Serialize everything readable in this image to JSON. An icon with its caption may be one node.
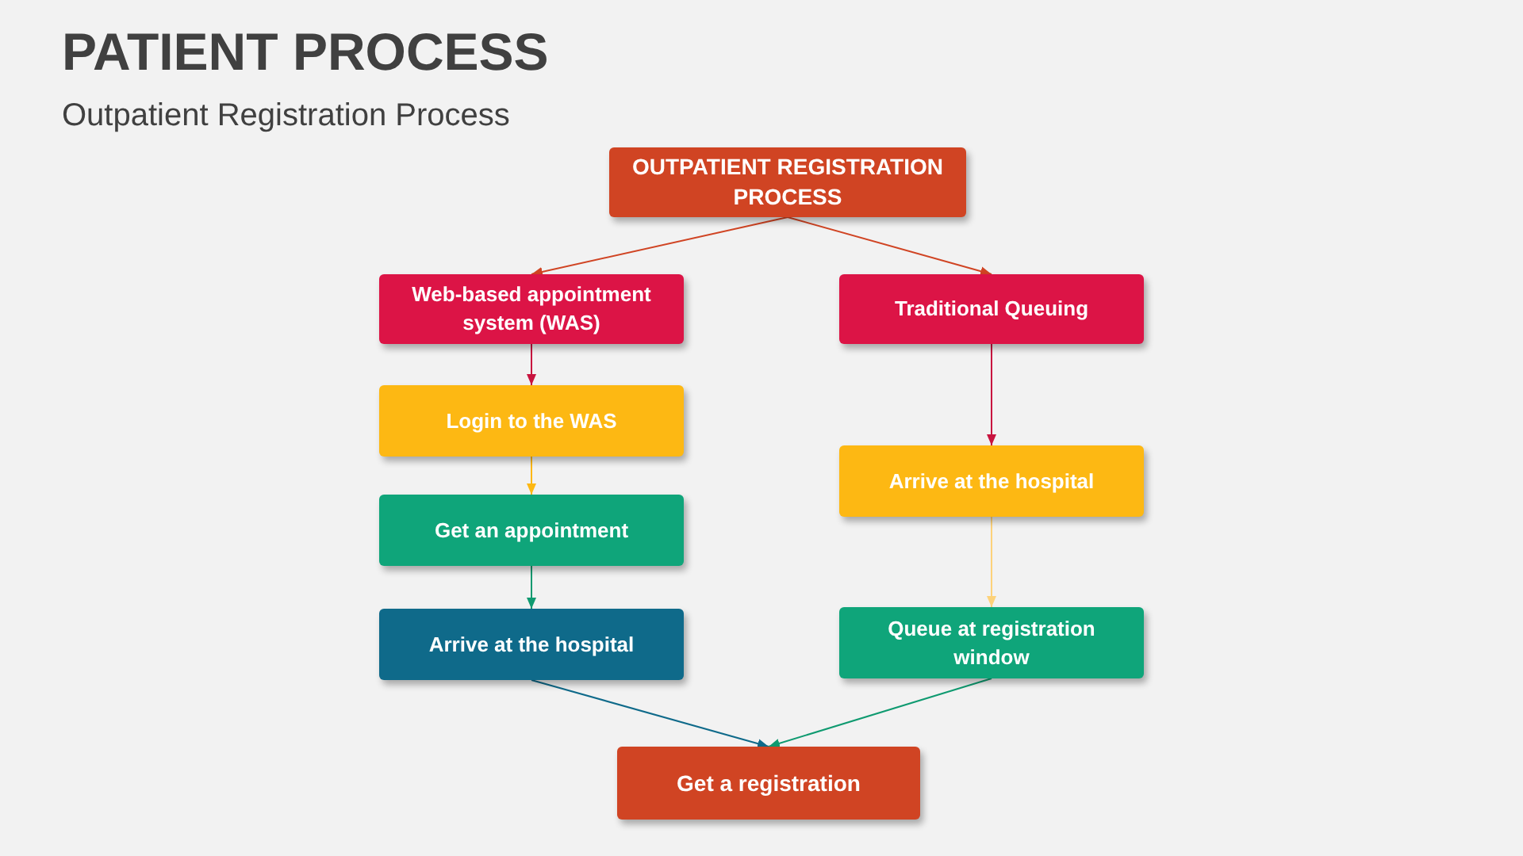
{
  "diagram": {
    "title": "PATIENT PROCESS",
    "caption": "Outpatient Registration Process",
    "nodes": [
      {
        "text": [
          "OUTPATIENT REGISTRATION PROCESS"
        ]
      },
      {
        "text": [
          "Web-based appointment system (WAS)"
        ]
      },
      {
        "text": [
          "Traditional Queuing"
        ]
      },
      {
        "text": [
          "Login to the WAS"
        ]
      },
      {
        "text": [
          "Get an appointment"
        ]
      },
      {
        "text": [
          "Arrive at the hospital"
        ]
      },
      {
        "text": [
          "Arrive at the hospital"
        ]
      },
      {
        "text": [
          "Queue at registration window"
        ]
      },
      {
        "text": [
          "Get a registration"
        ]
      }
    ],
    "edges": [
      {
        "from": 0,
        "to": 1,
        "arrow": "to",
        "color": "#d04423"
      },
      {
        "from": 0,
        "to": 2,
        "arrow": "to",
        "color": "#d04423"
      },
      {
        "from": 1,
        "to": 3,
        "arrow": "to",
        "color": "#c8143f"
      },
      {
        "from": 3,
        "to": 4,
        "arrow": "to",
        "color": "#fdb813"
      },
      {
        "from": 4,
        "to": 5,
        "arrow": "to",
        "color": "#0f9a70"
      },
      {
        "from": 2,
        "to": 6,
        "arrow": "to",
        "color": "#c8143f"
      },
      {
        "from": 6,
        "to": 7,
        "arrow": "to",
        "color": "#fdd27a"
      },
      {
        "from": 5,
        "to": 8,
        "arrow": "to",
        "color": "#0f6a8a"
      },
      {
        "from": 7,
        "to": 8,
        "arrow": "to",
        "color": "#0f9a70"
      }
    ]
  }
}
